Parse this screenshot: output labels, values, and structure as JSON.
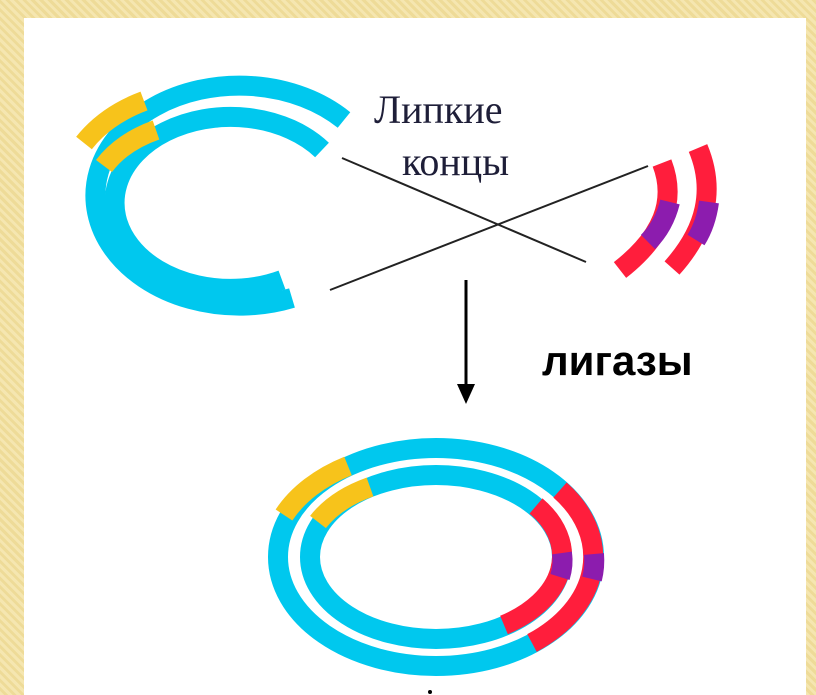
{
  "labels": {
    "sticky_ends_line1": "Липкие",
    "sticky_ends_line2": "концы",
    "ligase": "лигазы"
  },
  "colors": {
    "vector_dna": "#00c8ee",
    "marker_gene": "#f7c31b",
    "insert_dna": "#ff1e3c",
    "insert_band": "#8c1cae",
    "background": "#f3e3a8"
  }
}
